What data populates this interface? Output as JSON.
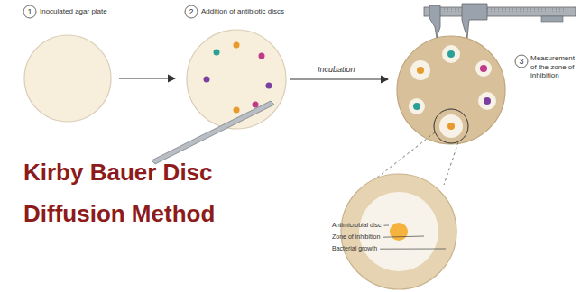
{
  "diagram": {
    "title": "Kirby Bauer Disc Diffusion Method",
    "labels": [
      "1",
      "Inoculated agar plate",
      "2",
      "Addition of antibiotic discs",
      "Incubation",
      "3",
      "Measurement of the zone of inhibition",
      "Antimicrobial disc",
      "Zone of inhibition",
      "Bacterial growth"
    ]
  }
}
